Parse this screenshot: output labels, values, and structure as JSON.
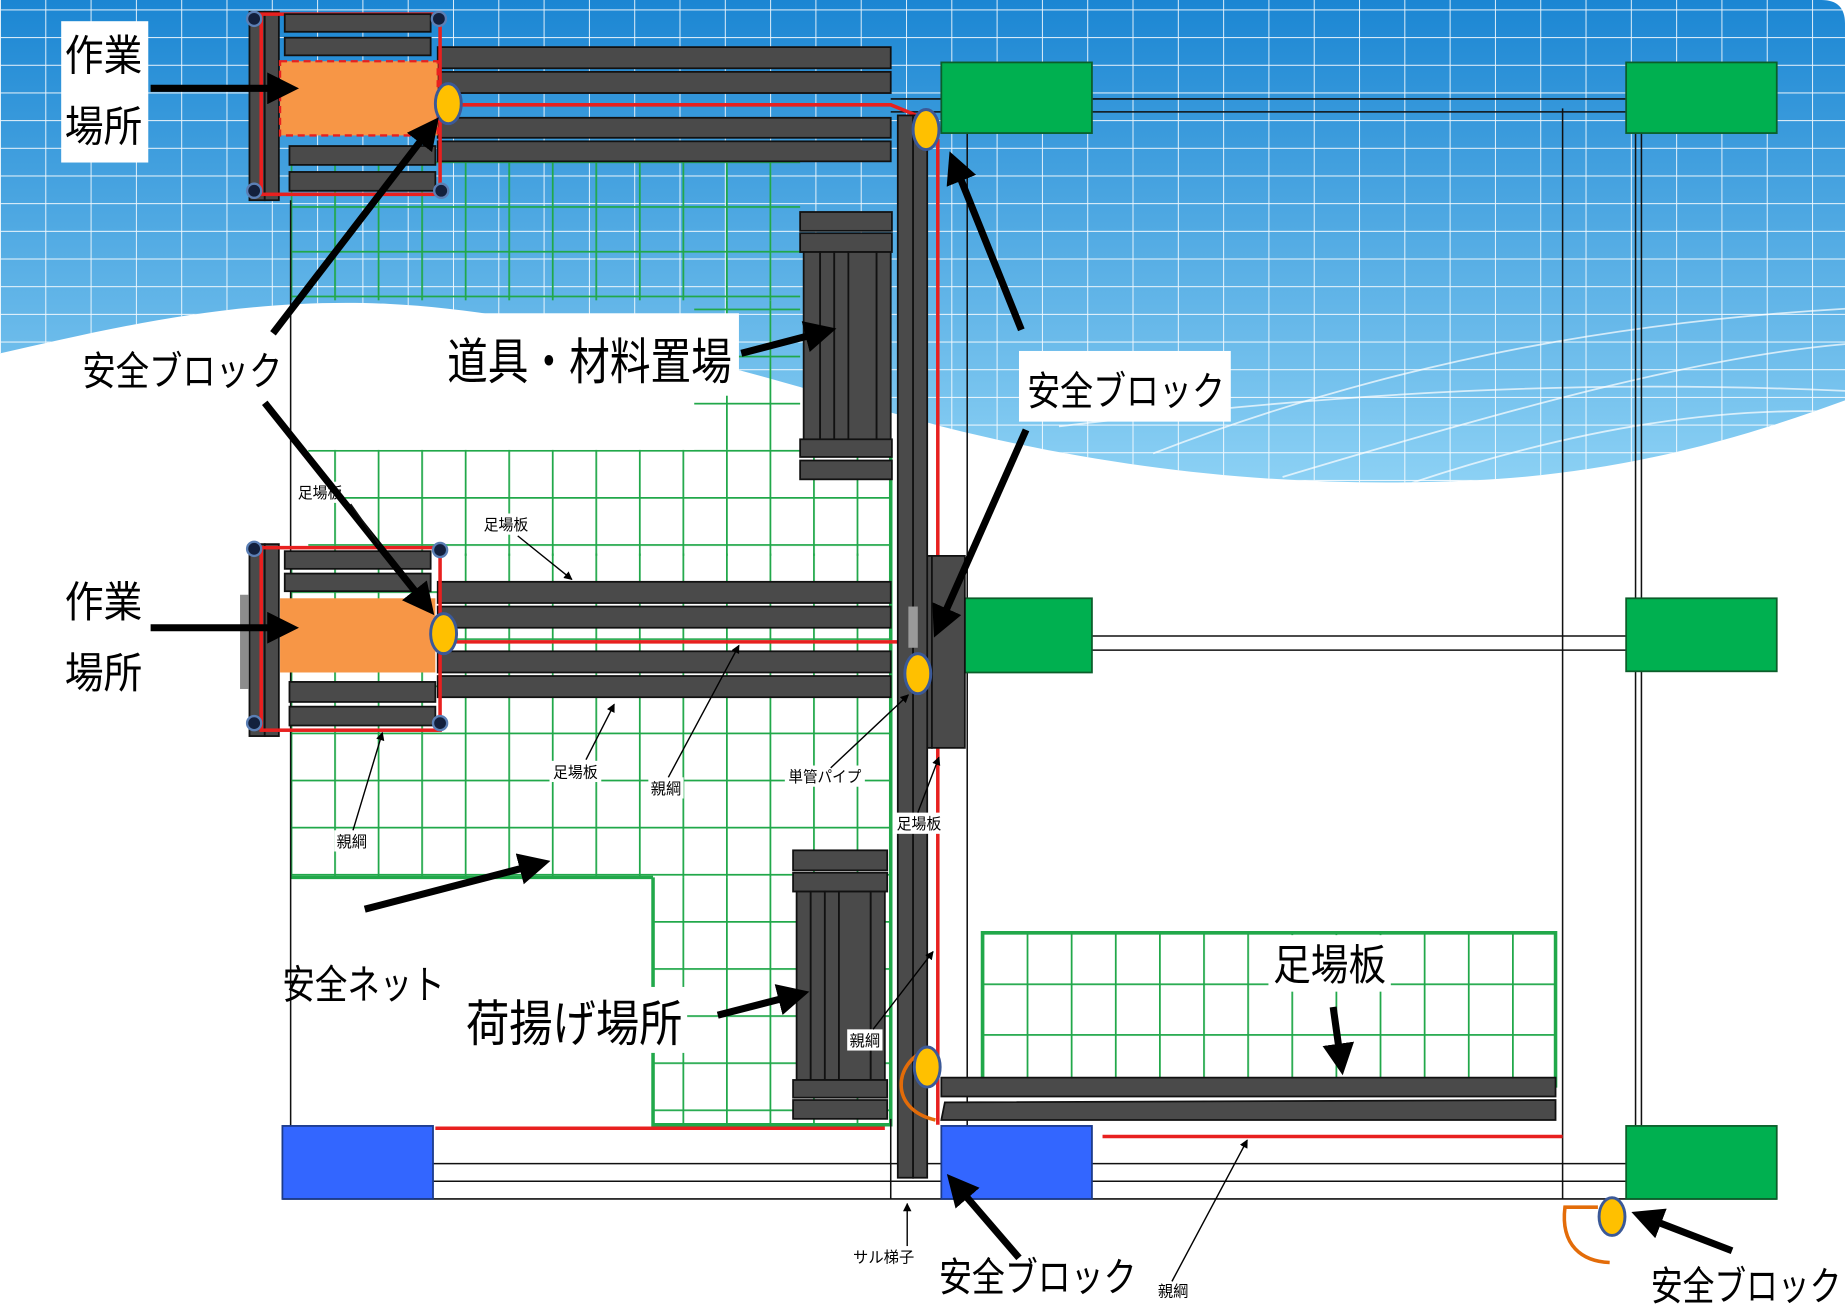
{
  "diagram": {
    "work_areas": [
      {
        "line1": "作業",
        "line2": "場所"
      },
      {
        "line1": "作業",
        "line2": "場所"
      }
    ],
    "safety_block_labels": [
      "安全ブロック",
      "安全ブロック",
      "安全ブロック",
      "安全ブロック"
    ],
    "tool_storage_label": "道具・材料置場",
    "loading_area_label": "荷揚げ場所",
    "safety_net_label": "安全ネット",
    "scaffold_board_label": "足場板",
    "callouts": {
      "scaffold_board": [
        "足場板",
        "足場板",
        "足場板",
        "足場板"
      ],
      "lifeline": [
        "親綱",
        "親綱",
        "親綱",
        "親綱"
      ],
      "single_pipe": "単管パイプ",
      "monkey_ladder": "サル梯子"
    }
  },
  "colors": {
    "pillar_green": "#00b050",
    "pillar_blue": "#3366ff",
    "work_area": "#f79646",
    "safety_block": "#ffc000",
    "lifeline": "#e8201f",
    "safety_net": "#21a84a",
    "plank": "#4a4a4a",
    "sky_top": "#1b86d3",
    "sky_bottom": "#8fd3f5"
  }
}
